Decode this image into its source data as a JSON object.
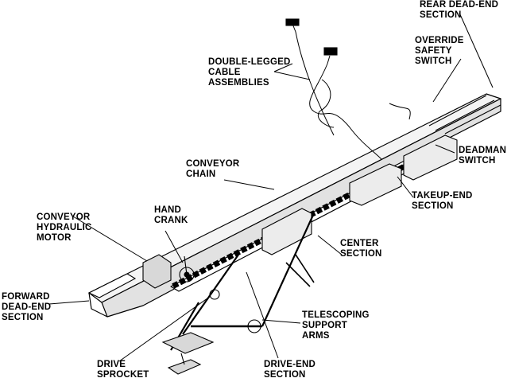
{
  "labels": {
    "rear_dead_end": [
      "REAR DEAD-END",
      "SECTION"
    ],
    "override_safety": [
      "OVERRIDE",
      "SAFETY",
      "SWITCH"
    ],
    "double_legged": [
      "DOUBLE-LEGGED",
      "CABLE",
      "ASSEMBLIES"
    ],
    "deadman": [
      "DEADMAN",
      "SWITCH"
    ],
    "conveyor_chain": [
      "CONVEYOR",
      "CHAIN"
    ],
    "takeup_end": [
      "TAKEUP-END",
      "SECTION"
    ],
    "conveyor_motor": [
      "CONVEYOR",
      "HYDRAULIC",
      "MOTOR"
    ],
    "hand_crank": [
      "HAND",
      "CRANK"
    ],
    "center_section": [
      "CENTER",
      "SECTION"
    ],
    "forward_dead_end": [
      "FORWARD",
      "DEAD-END",
      "SECTION"
    ],
    "telescoping": [
      "TELESCOPING",
      "SUPPORT",
      "ARMS"
    ],
    "drive_sprocket": [
      "DRIVE",
      "SPROCKET"
    ],
    "drive_end": [
      "DRIVE-END",
      "SECTION"
    ]
  }
}
